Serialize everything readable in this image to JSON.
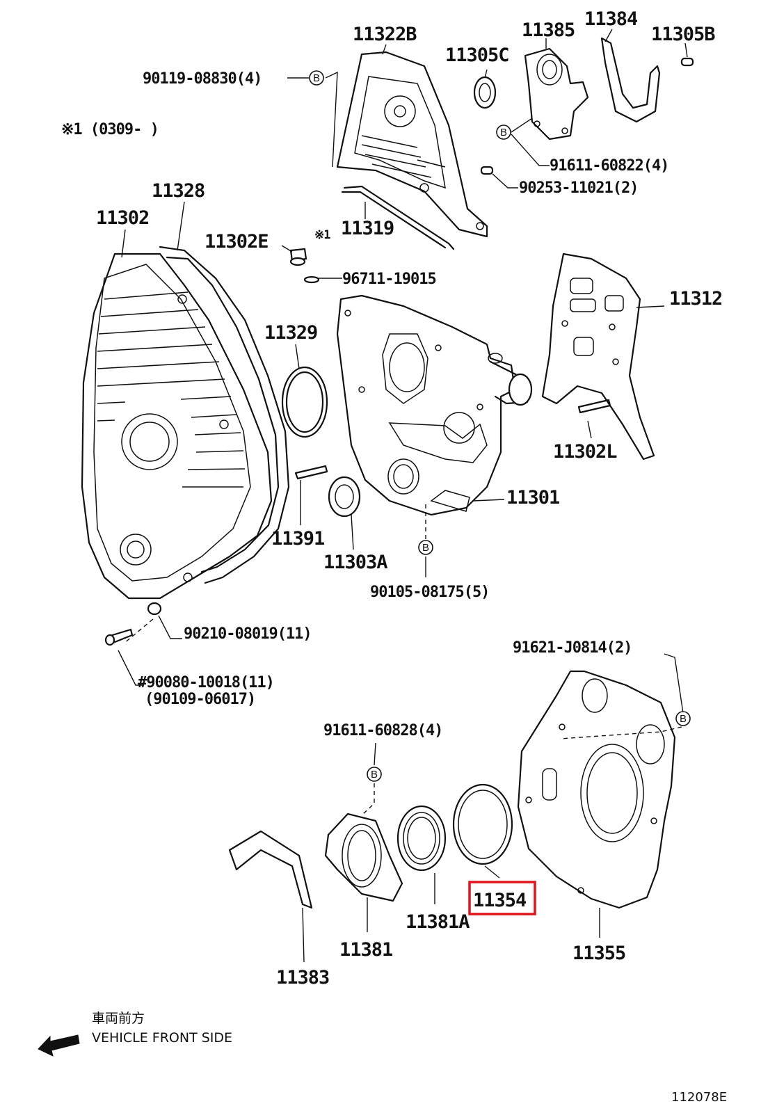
{
  "diagram": {
    "parts": {
      "p11322B": "11322B",
      "p11385": "11385",
      "p11384": "11384",
      "p11305C": "11305C",
      "p11305B": "11305B",
      "p11328": "11328",
      "p11302": "11302",
      "p11302E": "11302E",
      "p11319": "11319",
      "p11312": "11312",
      "p11329": "11329",
      "p11302L": "11302L",
      "p11301": "11301",
      "p11391": "11391",
      "p11303A": "11303A",
      "p11354": "11354",
      "p11381A": "11381A",
      "p11381": "11381",
      "p11383": "11383",
      "p11355": "11355"
    },
    "bolts": {
      "b90119": "90119-08830(4)",
      "b91611a": "91611-60822(4)",
      "b90253": "90253-11021(2)",
      "b96711": "96711-19015",
      "b90105": "90105-08175(5)",
      "b90210": "90210-08019(11)",
      "b90080": "#90080-10018(11)",
      "b90109": "(90109-06017)",
      "b91621": "91621-J0814(2)",
      "b91611b": "91611-60828(4)"
    },
    "notes": {
      "range_note": "※1 (0309-        )",
      "mark_11319": "※1",
      "bolt_mark": "B"
    },
    "footer": {
      "jp_label": "車両前方",
      "en_label": "VEHICLE FRONT SIDE",
      "diagram_code": "112078E"
    },
    "highlight": {
      "part": "11354",
      "color": "#e0141b"
    }
  }
}
